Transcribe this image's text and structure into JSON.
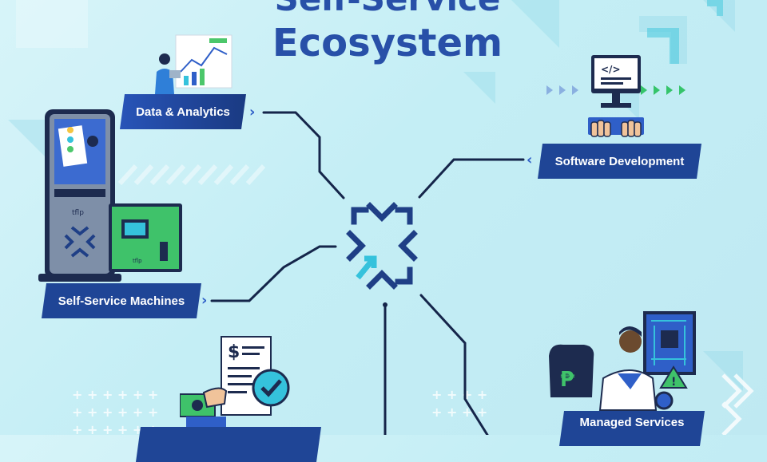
{
  "title": {
    "line1": "Self-Service",
    "line2": "Ecosystem"
  },
  "nodes": {
    "data_analytics": "Data & Analytics",
    "software_development": "Software Development",
    "self_service_machines": "Self-Service Machines",
    "bottom_left": "",
    "bottom_right": "Managed Services"
  },
  "illustrations": {
    "kiosk_brand": "tflp",
    "code_tag": "</>",
    "currency_symbol": "$",
    "peso_symbol": "₱"
  },
  "colors": {
    "brand_blue": "#2850a8",
    "label_navy": "#1d3f8f",
    "connector": "#15254a",
    "accent_cyan": "#35c2dc"
  },
  "icons": [
    "chevron-right-icon",
    "chevron-left-icon",
    "hub-logo-icon",
    "check-icon"
  ]
}
